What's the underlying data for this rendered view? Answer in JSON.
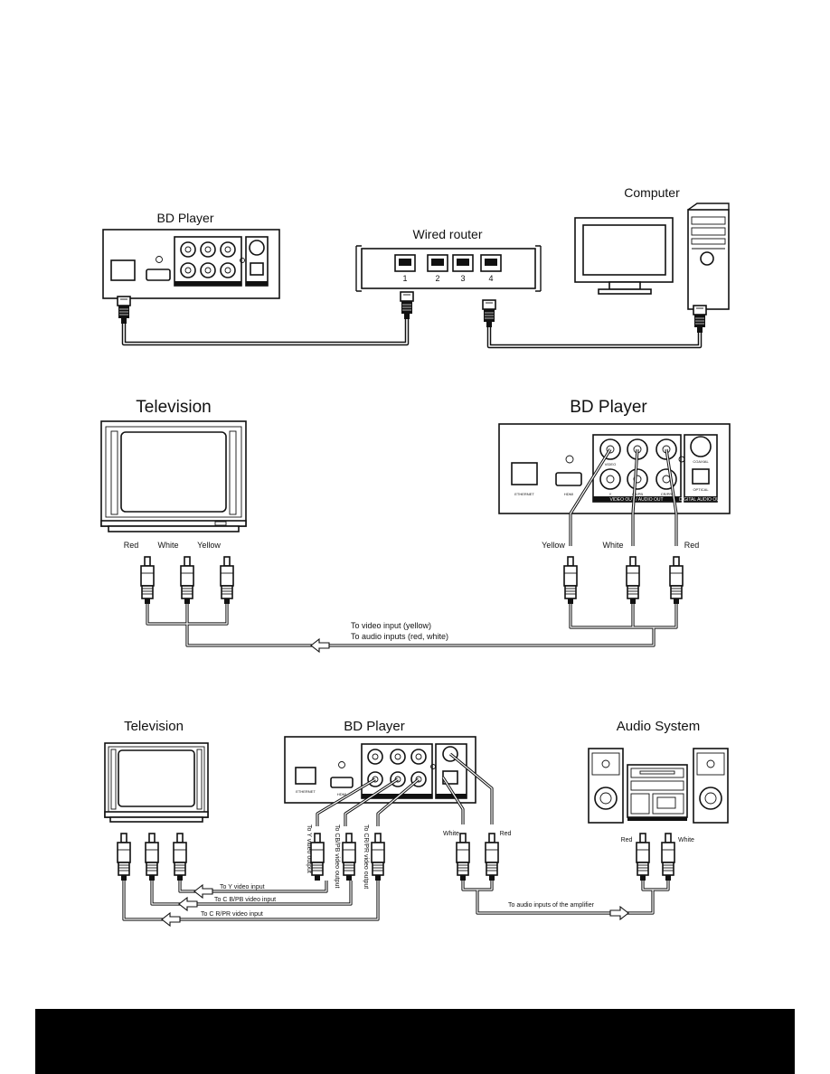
{
  "panel1": {
    "bd_player_title": "BD Player",
    "router_title": "Wired router",
    "computer_title": "Computer",
    "router_ports": [
      "1",
      "2",
      "3",
      "4"
    ]
  },
  "panel2": {
    "tv_title": "Television",
    "bd_player_title": "BD Player",
    "tv_plug_labels": [
      "Red",
      "White",
      "Yellow"
    ],
    "player_plug_labels": [
      "Yellow",
      "White",
      "Red"
    ],
    "cable_label_1": "To video input (yellow)",
    "cable_label_2": "To audio inputs (red, white)",
    "player_ethernet": "ETHERNET",
    "player_hdmi": "HDMI",
    "player_video_jacks": [
      "VIDEO",
      "Y",
      "CB/PB",
      "CR/PR"
    ],
    "player_coaxial": "COAXIAL",
    "player_optical": "OPTICAL",
    "player_video_section": "VIDEO OUT / AUDIO OUT",
    "player_digital_section": "DIGITAL AUDIO OUT"
  },
  "panel3": {
    "tv_title": "Television",
    "bd_player_title": "BD Player",
    "audio_title": "Audio System",
    "player_ethernet": "ETHERNET",
    "player_hdmi": "HDMI",
    "vertical_labels": [
      "To Y video output",
      "To CB/PB video output",
      "To CR/PR video output"
    ],
    "video_input_labels": [
      "To Y video input",
      "To C B/PB video input",
      "To C R/PR video input"
    ],
    "player_audio_labels": [
      "White",
      "Red"
    ],
    "amp_labels": [
      "Red",
      "White"
    ],
    "amp_cable_label": "To audio inputs of the amplifier"
  },
  "colors": {
    "ink": "#111111",
    "footer": "#000000"
  }
}
